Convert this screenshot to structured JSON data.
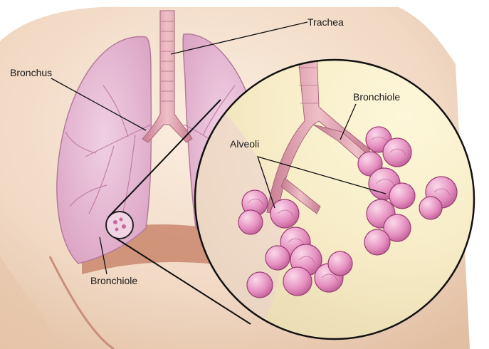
{
  "labels": {
    "trachea": "Trachea",
    "bronchus": "Bronchus",
    "bronchiole_zoom": "Bronchiole",
    "alveoli": "Alveoli",
    "bronchiole_lung": "Bronchiole"
  },
  "colors": {
    "background": "#ffffff",
    "skin": "#f1d9c4",
    "lung": "#e4b3d0",
    "lung_outline": "#b57a9c",
    "airway": "#d894a6",
    "alveoli": "#e58fc0",
    "zoom_fill": "#faf1cf",
    "leader_line": "#111111"
  }
}
